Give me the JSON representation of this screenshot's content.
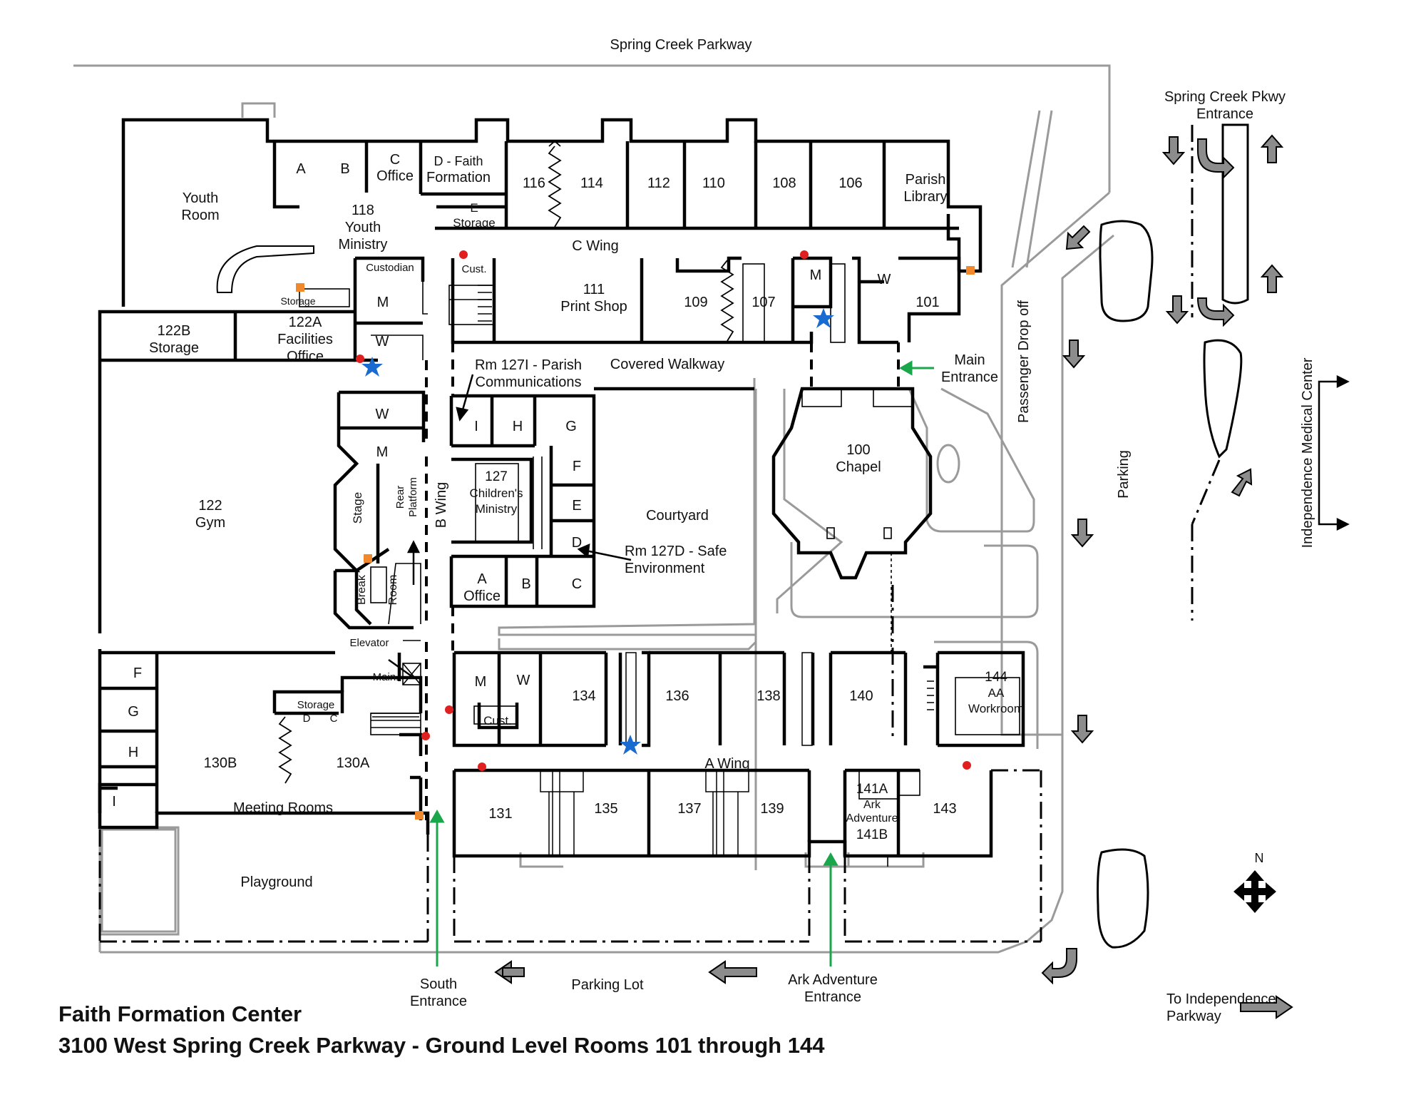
{
  "title": "Faith Formation Center",
  "subtitle": "3100 West Spring Creek Parkway - Ground Level Rooms 101 through 144",
  "streets": {
    "north": "Spring Creek Parkway",
    "entrance_line1": "Spring Creek Pkwy",
    "entrance_line2": "Entrance",
    "east": "Independence Medical Center",
    "exit_line1": "To Independence",
    "exit_line2": "Parkway",
    "drop_off": "Passenger Drop off",
    "parking": "Parking",
    "parking_lot": "Parking Lot",
    "playground": "Playground",
    "compass": "N"
  },
  "entrances": {
    "main_line1": "Main",
    "main_line2": "Entrance",
    "south_line1": "South",
    "south_line2": "Entrance",
    "ark_line1": "Ark Adventure",
    "ark_line2": "Entrance"
  },
  "areas": {
    "c_wing": "C Wing",
    "b_wing": "B Wing",
    "a_wing": "A Wing",
    "covered_walkway": "Covered Walkway",
    "courtyard": "Courtyard",
    "elevator": "Elevator",
    "stage": "Stage",
    "rear_platform_1": "Rear",
    "rear_platform_2": "Platform",
    "break_room_1": "Break",
    "break_room_2": "Room",
    "meeting_rooms": "Meeting Rooms"
  },
  "rooms": {
    "youth_room_1": "Youth",
    "youth_room_2": "Room",
    "A": "A",
    "B": "B",
    "c_office_1": "C",
    "c_office_2": "Office",
    "d_faith_1": "D - Faith",
    "d_faith_2": "Formation",
    "e_storage_1": "E",
    "e_storage_2": "Storage",
    "r118_1": "118",
    "r118_2": "Youth",
    "r118_3": "Ministry",
    "r116": "116",
    "r114": "114",
    "r112": "112",
    "r110": "110",
    "r108": "108",
    "r106": "106",
    "library_1": "Parish",
    "library_2": "Library",
    "custodian": "Custodian",
    "storage_small": "Storage",
    "M": "M",
    "W": "W",
    "cust": "Cust.",
    "r111_1": "111",
    "r111_2": "Print Shop",
    "r109": "109",
    "r107": "107",
    "r101": "101",
    "r122b_1": "122B",
    "r122b_2": "Storage",
    "r122a_1": "122A",
    "r122a_2": "Facilities",
    "r122a_3": "Office",
    "rm127i_1": "Rm 127I - Parish",
    "rm127i_2": "Communications",
    "I": "I",
    "H": "H",
    "G": "G",
    "F": "F",
    "E": "E",
    "D": "D",
    "C": "C",
    "r127_1": "127",
    "r127_2": "Children's",
    "r127_3": "Ministry",
    "a_office_1": "A",
    "a_office_2": "Office",
    "rm127d_1": "Rm 127D - Safe",
    "rm127d_2": "Environment",
    "r100_1": "100",
    "r100_2": "Chapel",
    "r122_1": "122",
    "r122_2": "Gym",
    "main_small": "Main.",
    "storage_dc": "Storage",
    "D_small": "D",
    "C_small": "C",
    "r130b": "130B",
    "r130a": "130A",
    "r134": "134",
    "r136": "136",
    "r138": "138",
    "r140": "140",
    "r144_1": "144",
    "r144_2": "AA",
    "r144_3": "Workroom",
    "r131": "131",
    "r135": "135",
    "r137": "137",
    "r139": "139",
    "r141a": "141A",
    "ark_1": "Ark",
    "ark_2": "Adventure",
    "r141b": "141B",
    "r143": "143"
  },
  "colors": {
    "wall": "#000000",
    "site": "#9a9a9a",
    "entrance_arrow": "#1aa64b",
    "fire_marker": "#e0201f",
    "aed_star": "#1a6bd0",
    "extinguisher": "#f0892c",
    "road_arrow": "#8c8c8c"
  }
}
